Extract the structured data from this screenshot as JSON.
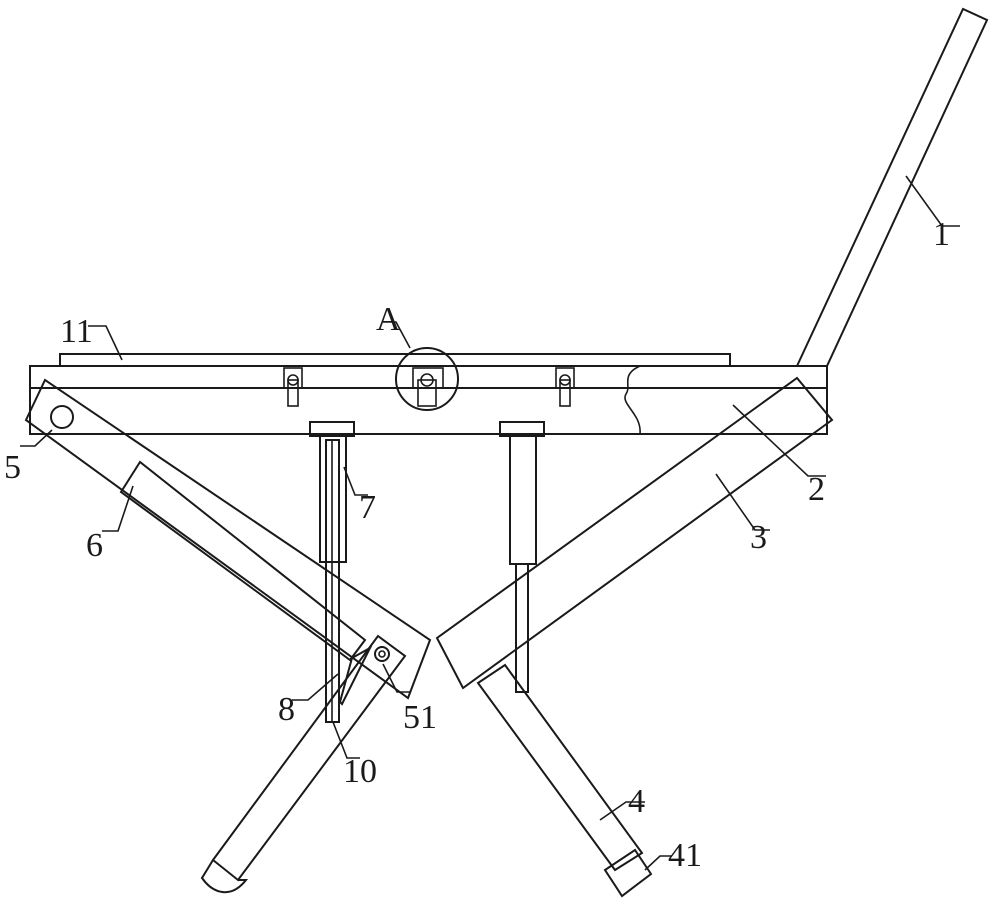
{
  "labels": {
    "l1": "1",
    "l2": "2",
    "l3": "3",
    "l4": "4",
    "l41": "41",
    "l5": "5",
    "l51": "51",
    "l6": "6",
    "l7": "7",
    "l8": "8",
    "l10": "10",
    "l11": "11",
    "lA": "A"
  }
}
